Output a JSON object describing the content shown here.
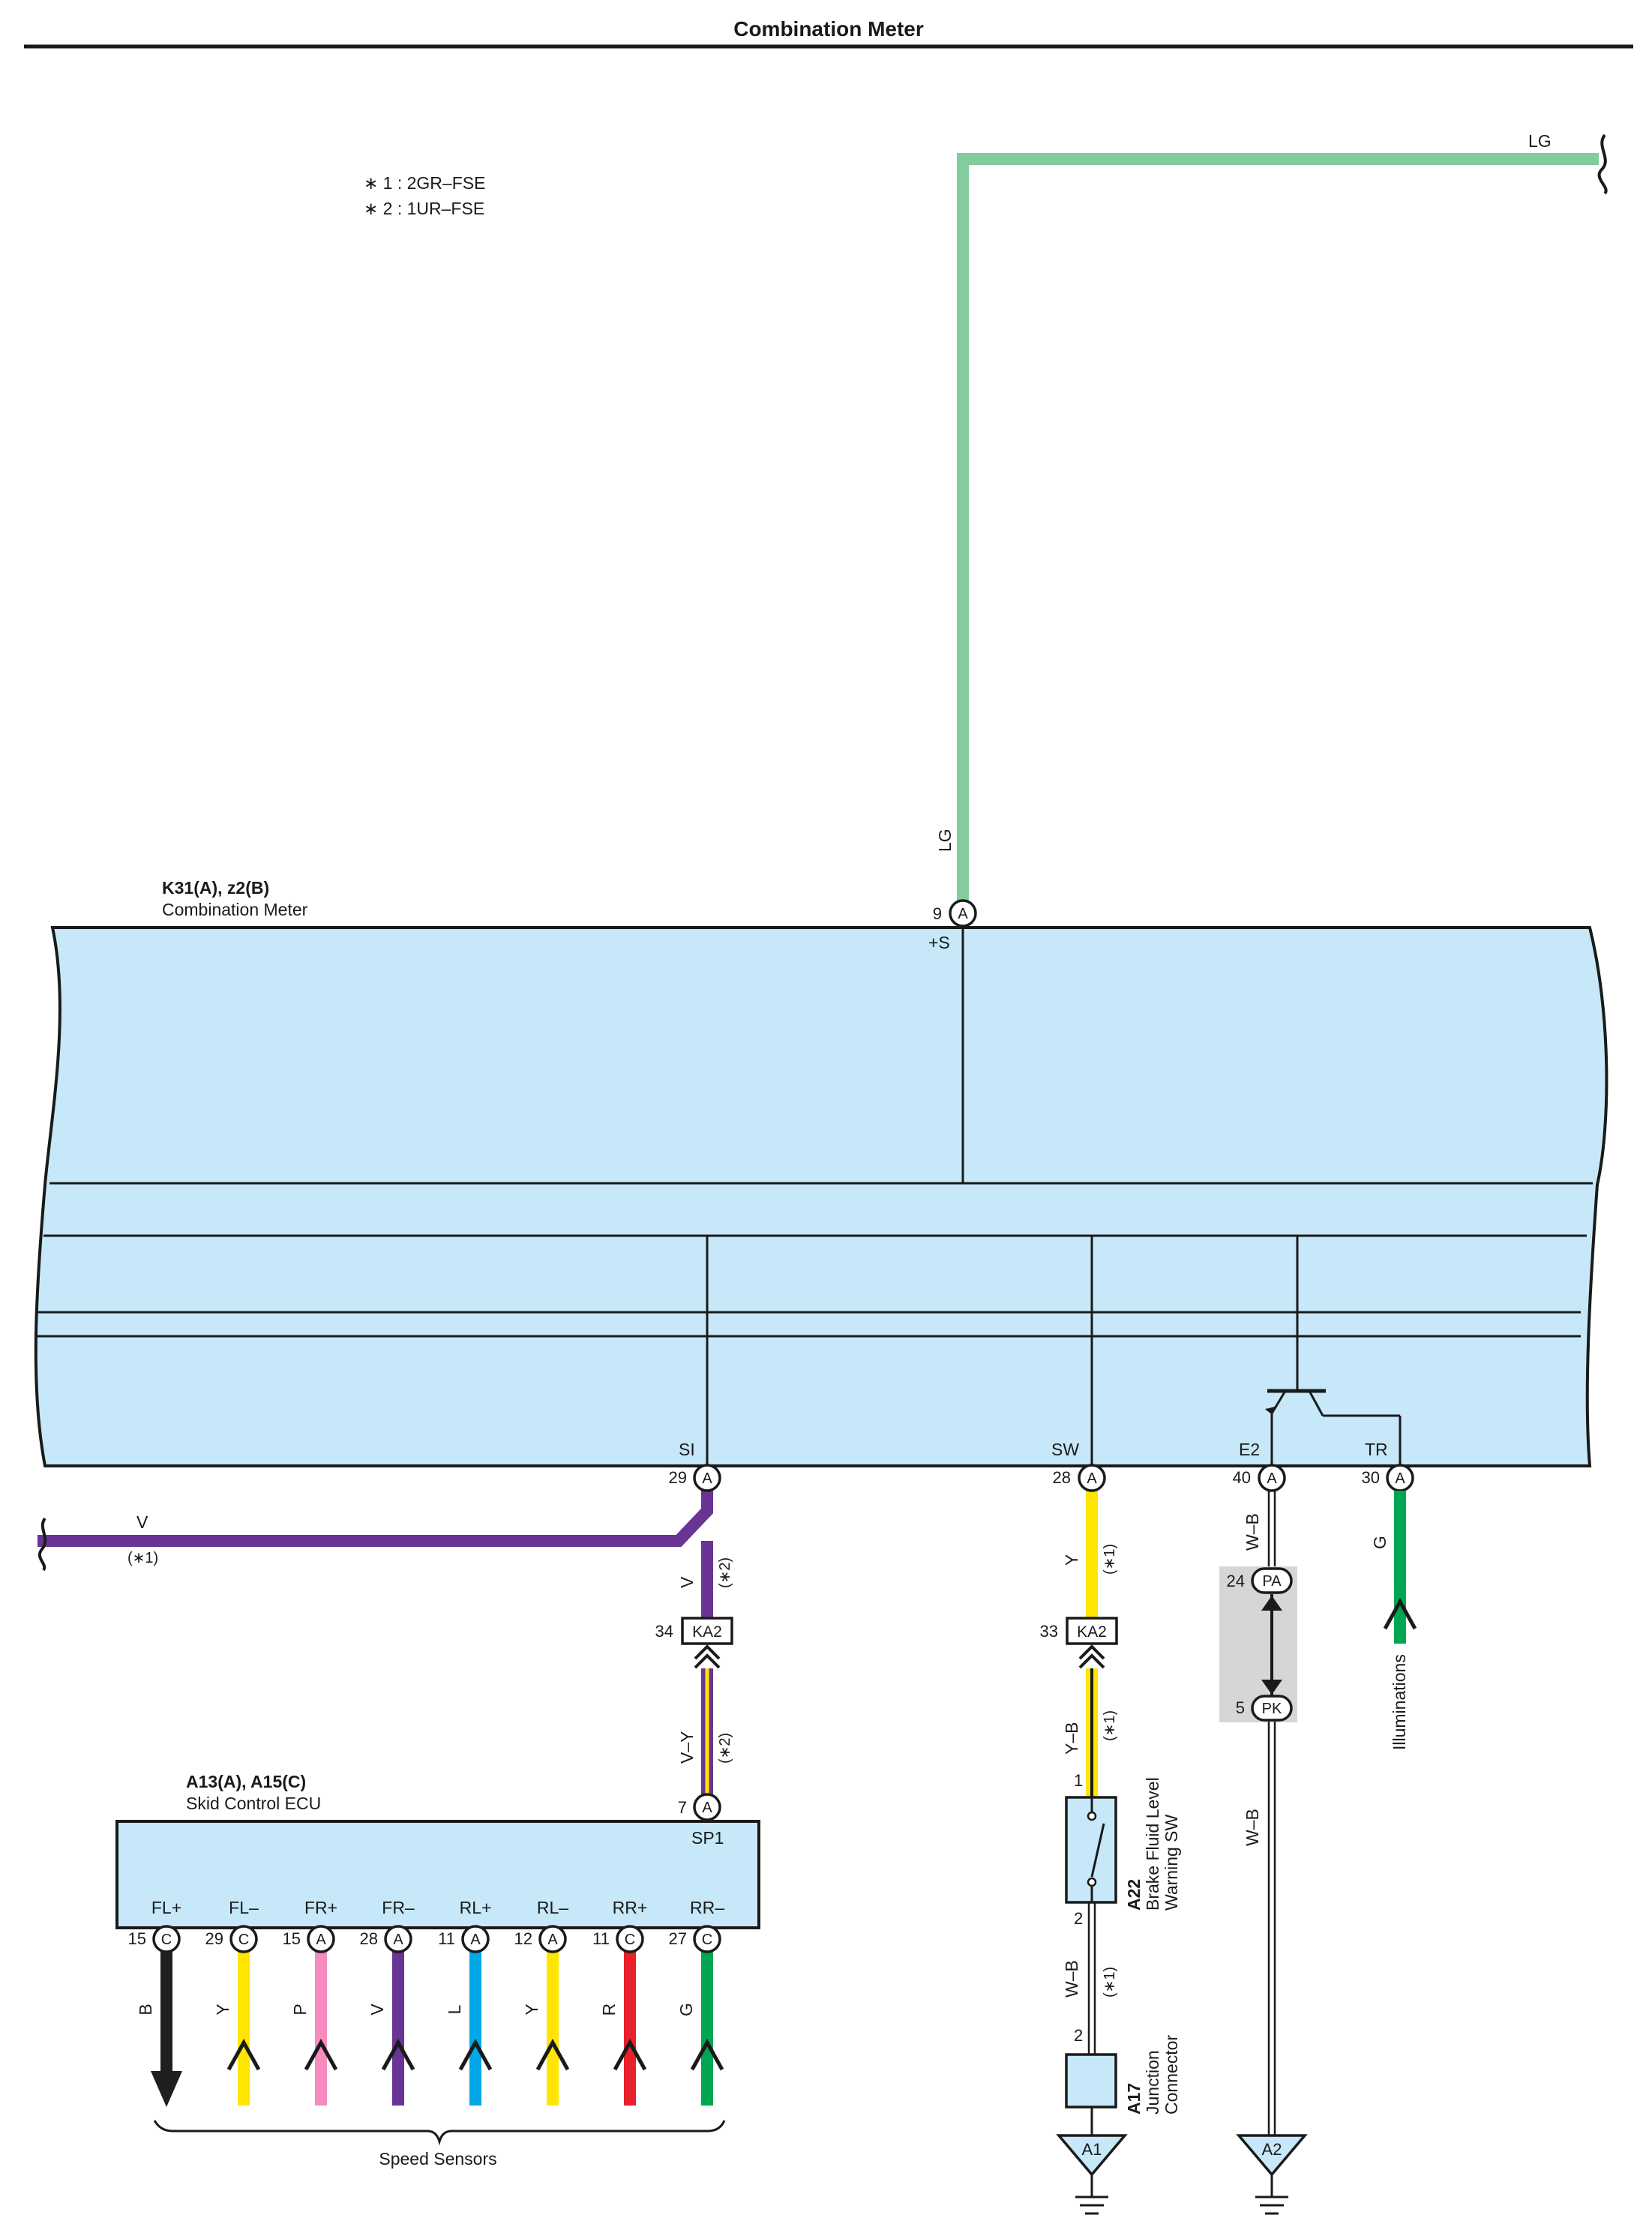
{
  "title": "Combination Meter",
  "notes": [
    "∗ 1 : 2GR–FSE",
    "∗ 2 : 1UR–FSE"
  ],
  "combination_meter": {
    "ref": "K31(A), z2(B)",
    "name": "Combination Meter",
    "top_pin": {
      "num": "9",
      "conn": "A",
      "label": "+S",
      "wire": "LG"
    },
    "wire_lg_label": "LG",
    "pins": {
      "si": {
        "label": "SI",
        "num": "29",
        "conn": "A"
      },
      "sw": {
        "label": "SW",
        "num": "28",
        "conn": "A"
      },
      "e2": {
        "label": "E2",
        "num": "40",
        "conn": "A"
      },
      "tr": {
        "label": "TR",
        "num": "30",
        "conn": "A"
      }
    }
  },
  "wires": {
    "v_left": "V",
    "v_left_note": "(∗1)",
    "v_down": "V",
    "v_down_note": "(∗2)",
    "vy": "V–Y",
    "vy_note": "(∗2)",
    "y_sw": "Y",
    "y_sw_note": "(∗1)",
    "yb": "Y–B",
    "yb_note": "(∗1)",
    "wb_a22": "W–B",
    "wb_a22_note": "(∗1)",
    "wb_e2": "W–B",
    "wb_pk": "W–B",
    "g_tr": "G"
  },
  "connectors": {
    "ka2_left": {
      "num": "34",
      "name": "KA2"
    },
    "ka2_right": {
      "num": "33",
      "name": "KA2"
    },
    "pa": {
      "num": "24",
      "name": "PA"
    },
    "pk": {
      "num": "5",
      "name": "PK"
    }
  },
  "illuminations": "Illuminations",
  "skid_ecu": {
    "ref": "A13(A), A15(C)",
    "name": "Skid Control ECU",
    "top_pin": {
      "num": "7",
      "conn": "A",
      "label": "SP1"
    },
    "pins": [
      {
        "label": "FL+",
        "num": "15",
        "conn": "C",
        "wire": "B",
        "color": "#1f1f1f"
      },
      {
        "label": "FL–",
        "num": "29",
        "conn": "C",
        "wire": "Y",
        "color": "#ffe500"
      },
      {
        "label": "FR+",
        "num": "15",
        "conn": "A",
        "wire": "P",
        "color": "#f58bbf"
      },
      {
        "label": "FR–",
        "num": "28",
        "conn": "A",
        "wire": "V",
        "color": "#6a3494"
      },
      {
        "label": "RL+",
        "num": "11",
        "conn": "A",
        "wire": "L",
        "color": "#00a8e8"
      },
      {
        "label": "RL–",
        "num": "12",
        "conn": "A",
        "wire": "Y",
        "color": "#ffe500"
      },
      {
        "label": "RR+",
        "num": "11",
        "conn": "C",
        "wire": "R",
        "color": "#e8202a"
      },
      {
        "label": "RR–",
        "num": "27",
        "conn": "C",
        "wire": "G",
        "color": "#00a651"
      }
    ],
    "speed_sensors": "Speed Sensors"
  },
  "a22": {
    "ref": "A22",
    "name1": "Brake Fluid Level",
    "name2": "Warning SW",
    "pin_top": "1",
    "pin_bottom": "2"
  },
  "a17": {
    "ref": "A17",
    "name1": "Junction",
    "name2": "Connector",
    "pin_top": "2"
  },
  "grounds": {
    "a1": "A1",
    "a2": "A2"
  },
  "colors": {
    "LG": "#84cc9e",
    "V": "#6a3494",
    "Y": "#ffe500",
    "G": "#00a651",
    "box_fill": "#c6e8f8",
    "connector_shade": "#d6d6d6"
  }
}
